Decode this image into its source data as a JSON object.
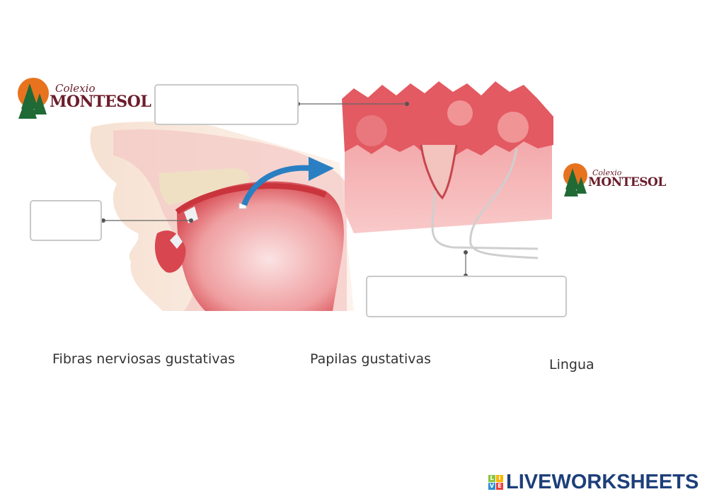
{
  "logos": {
    "school_top": {
      "line1": "Colexio",
      "line2": "MONTESOL"
    },
    "school_right": {
      "line1": "Colexio",
      "line2": "MONTESOL"
    },
    "platform": {
      "name": "LIVEWORKSHEETS",
      "tiles": [
        "L",
        "I",
        "V",
        "E"
      ]
    }
  },
  "answers": [
    {
      "id": "papilas",
      "value": "",
      "placeholder": ""
    },
    {
      "id": "lingua",
      "value": "",
      "placeholder": ""
    },
    {
      "id": "fibras",
      "value": "",
      "placeholder": ""
    }
  ],
  "word_bank": [
    "Fibras nerviosas gustativas",
    "Papilas gustativas",
    "Lingua"
  ],
  "colors": {
    "brand_blue": "#1d3f7a",
    "logo_red": "#6b1d2a",
    "tissue": "#e8646a"
  }
}
